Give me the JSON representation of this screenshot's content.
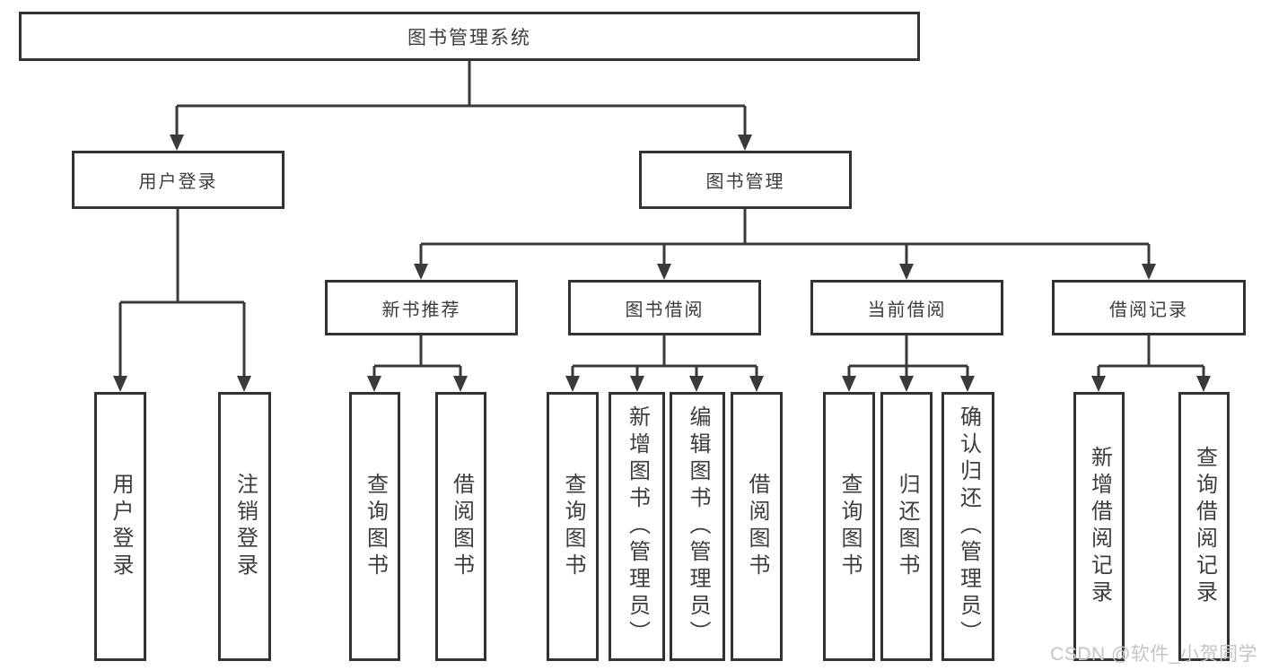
{
  "colors": {
    "line": "#3a3a3a",
    "box_border": "#333333",
    "text": "#3d3d3d",
    "watermark": "#c5c5c5",
    "background": "#ffffff"
  },
  "watermark": {
    "text": "CSDN @软件_小贺同学"
  },
  "tree": {
    "root": {
      "label": "图书管理系统",
      "children": [
        {
          "label": "用户登录",
          "children": [
            {
              "label": "用户登录"
            },
            {
              "label": "注销登录"
            }
          ]
        },
        {
          "label": "图书管理",
          "children": [
            {
              "label": "新书推荐",
              "children": [
                {
                  "label": "查询图书"
                },
                {
                  "label": "借阅图书"
                }
              ]
            },
            {
              "label": "图书借阅",
              "children": [
                {
                  "label": "查询图书"
                },
                {
                  "label": "新增图书（管理员）"
                },
                {
                  "label": "编辑图书（管理员）"
                },
                {
                  "label": "借阅图书"
                }
              ]
            },
            {
              "label": "当前借阅",
              "children": [
                {
                  "label": "查询图书"
                },
                {
                  "label": "归还图书"
                },
                {
                  "label": "确认归还（管理员）"
                }
              ]
            },
            {
              "label": "借阅记录",
              "children": [
                {
                  "label": "新增借阅记录"
                },
                {
                  "label": "查询借阅记录"
                }
              ]
            }
          ]
        }
      ]
    }
  }
}
